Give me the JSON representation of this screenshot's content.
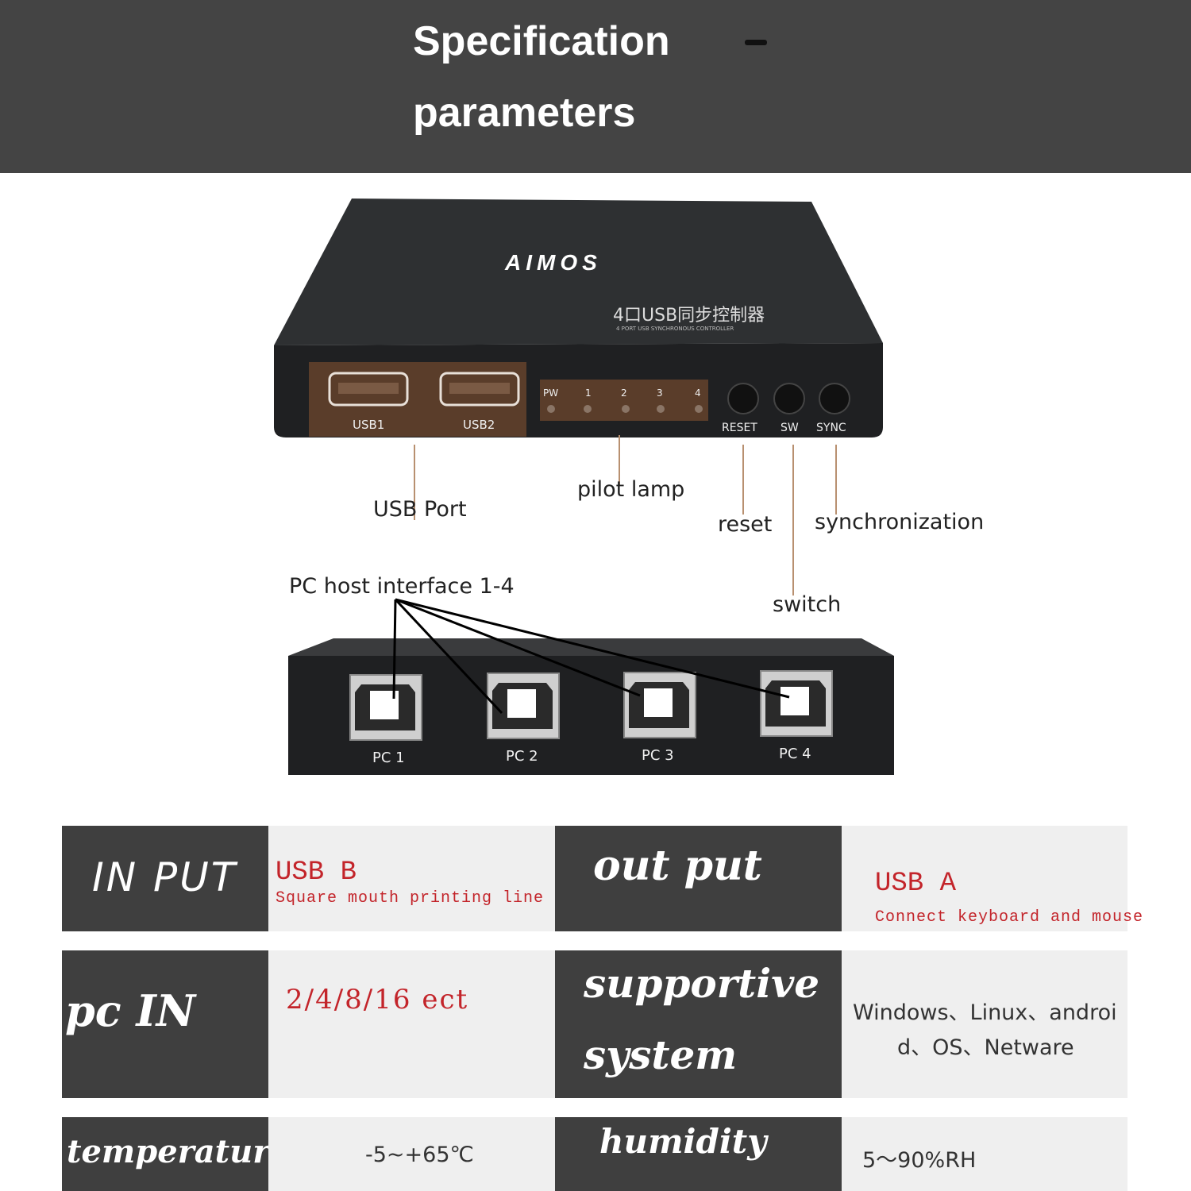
{
  "header": {
    "title_line1": "Specification",
    "title_line2": "parameters"
  },
  "device_top": {
    "brand": "AIMOS",
    "model_cn": "4口USB同步控制器",
    "model_en": "4 PORT USB SYNCHRONOUS CONTROLLER",
    "usb_ports": [
      "USB1",
      "USB2"
    ],
    "leds": [
      "PW",
      "1",
      "2",
      "3",
      "4"
    ],
    "buttons": [
      "RESET",
      "SW",
      "SYNC"
    ]
  },
  "callouts": {
    "usb_port": "USB Port",
    "pilot_lamp": "pilot lamp",
    "reset": "reset",
    "synchronization": "synchronization",
    "switch": "switch",
    "pc_host": "PC host interface 1-4"
  },
  "device_back": {
    "ports": [
      "PC 1",
      "PC 2",
      "PC 3",
      "PC 4"
    ]
  },
  "specs": {
    "input_label": "IN PUT",
    "input_value": "USB B",
    "input_note": "Square mouth printing line",
    "output_label": "out put",
    "output_value": "USB A",
    "output_note": "Connect keyboard and mouse",
    "pcin_label": "pc IN",
    "pcin_value": "2/4/8/16 ect",
    "system_label_1": "supportive",
    "system_label_2": "system",
    "system_value_1": "Windows、Linux、androi",
    "system_value_2": "d、OS、Netware",
    "temp_label": "temperature",
    "temp_value": "-5~+65℃",
    "humidity_label": "humidity",
    "humidity_value": "5～90%RH"
  },
  "colors": {
    "header_bg": "#444444",
    "label_cell": "#3f3f3f",
    "value_cell": "#efefef",
    "accent_red": "#c3242a",
    "brand_green": "#8cc63f"
  }
}
